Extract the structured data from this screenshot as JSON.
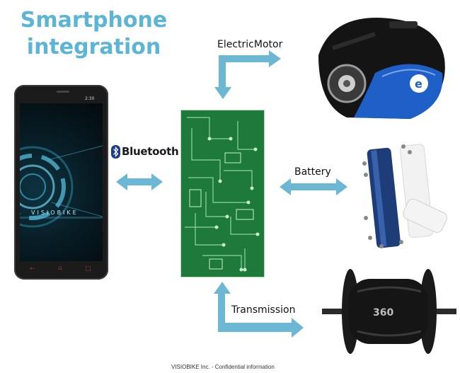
{
  "title": {
    "line1": "Smartphone",
    "line2": "integration"
  },
  "labels": {
    "motor": "ElectricMotor",
    "battery": "Battery",
    "transmission": "Transmission",
    "bluetooth": "Bluetooth"
  },
  "phone": {
    "brand": "VISIOBIKE",
    "time": "2:30"
  },
  "footer": "VISIOBIKE Inc. - Confidential information",
  "colors": {
    "title": "#5bb5d6",
    "arrow": "#6cb7d3",
    "pcb": "#1d7a3a",
    "motor_accent": "#1f5fc8"
  }
}
